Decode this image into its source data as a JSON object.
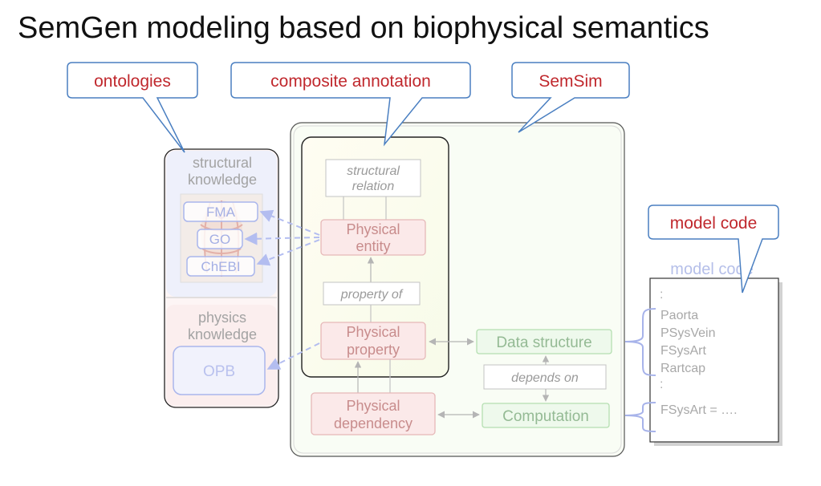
{
  "title": "SemGen modeling based on biophysical semantics",
  "callouts": {
    "ontologies": "ontologies",
    "composite_annotation": "composite annotation",
    "semsim": "SemSim",
    "model_code": "model code"
  },
  "knowledge": {
    "structural_line1": "structural",
    "structural_line2": "knowledge",
    "physics_line1": "physics",
    "physics_line2": "knowledge",
    "ontologies": [
      "FMA",
      "GO",
      "ChEBI"
    ],
    "opb": "OPB"
  },
  "semsim_nodes": {
    "structural_relation_line1": "structural",
    "structural_relation_line2": "relation",
    "physical_entity_line1": "Physical",
    "physical_entity_line2": "entity",
    "property_of": "property of",
    "physical_property_line1": "Physical",
    "physical_property_line2": "property",
    "physical_dependency_line1": "Physical",
    "physical_dependency_line2": "dependency",
    "data_structure": "Data structure",
    "depends_on": "depends on",
    "computation": "Computation"
  },
  "model_code_panel": {
    "label": "model code",
    "dots_top": ":",
    "variables": [
      "Paorta",
      "PSysVein",
      "FSysArt",
      "Rartcap"
    ],
    "dots_mid": ":",
    "equation": "FSysArt = …."
  },
  "colors": {
    "callout_text": "#c0282d",
    "callout_border": "#4a7fc1",
    "entity_border": "#e3a5a5",
    "entity_fill": "#fbecec",
    "entity_text": "#c98c8c",
    "green_border": "#a9d9a9",
    "green_fill": "#f1faef",
    "green_text": "#8fb58f",
    "blue_border": "#a7b3ea",
    "blue_text": "#9aa6dc",
    "grey_text": "#a8a8a8"
  }
}
